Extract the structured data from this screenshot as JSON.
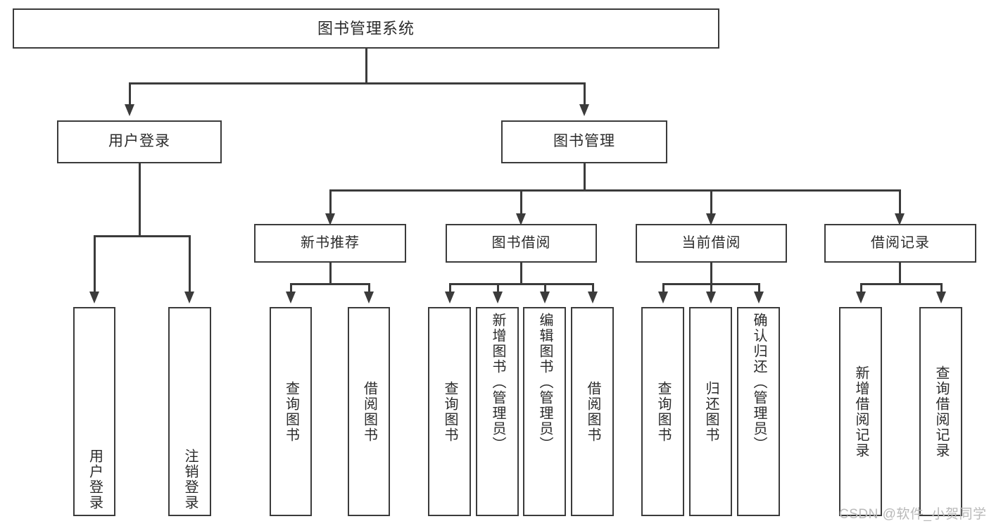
{
  "diagram": {
    "type": "tree-hierarchy",
    "title": "图书管理系统",
    "watermark": "CSDN @软件_小贺同学",
    "colors": {
      "stroke": "#3b3b3b",
      "fill": "#ffffff",
      "text": "#2b2b2b",
      "watermark": "#b9b9b9"
    },
    "levels": {
      "root": {
        "label": "图书管理系统"
      },
      "level2": [
        {
          "id": "user-login",
          "label": "用户登录"
        },
        {
          "id": "book-management",
          "label": "图书管理"
        }
      ],
      "level3": [
        {
          "id": "new-book-recommend",
          "label": "新书推荐",
          "parent": "book-management"
        },
        {
          "id": "book-borrow",
          "label": "图书借阅",
          "parent": "book-management"
        },
        {
          "id": "current-borrow",
          "label": "当前借阅",
          "parent": "book-management"
        },
        {
          "id": "borrow-record",
          "label": "借阅记录",
          "parent": "book-management"
        }
      ],
      "leaves": [
        {
          "id": "leaf-user-login",
          "label": "用户登录",
          "parent": "user-login"
        },
        {
          "id": "leaf-user-logout",
          "label": "注销登录",
          "parent": "user-login"
        },
        {
          "id": "leaf-query-book-1",
          "label": "查询图书",
          "parent": "new-book-recommend"
        },
        {
          "id": "leaf-borrow-book-1",
          "label": "借阅图书",
          "parent": "new-book-recommend"
        },
        {
          "id": "leaf-query-book-2",
          "label": "查询图书",
          "parent": "book-borrow"
        },
        {
          "id": "leaf-add-book",
          "label": "新增图书（管理员）",
          "parent": "book-borrow"
        },
        {
          "id": "leaf-edit-book",
          "label": "编辑图书（管理员）",
          "parent": "book-borrow"
        },
        {
          "id": "leaf-borrow-book-2",
          "label": "借阅图书",
          "parent": "book-borrow"
        },
        {
          "id": "leaf-query-book-3",
          "label": "查询图书",
          "parent": "current-borrow"
        },
        {
          "id": "leaf-return-book",
          "label": "归还图书",
          "parent": "current-borrow"
        },
        {
          "id": "leaf-confirm-return",
          "label": "确认归还（管理员）",
          "parent": "current-borrow"
        },
        {
          "id": "leaf-add-record",
          "label": "新增借阅记录",
          "parent": "borrow-record"
        },
        {
          "id": "leaf-query-record",
          "label": "查询借阅记录",
          "parent": "borrow-record"
        }
      ]
    }
  }
}
